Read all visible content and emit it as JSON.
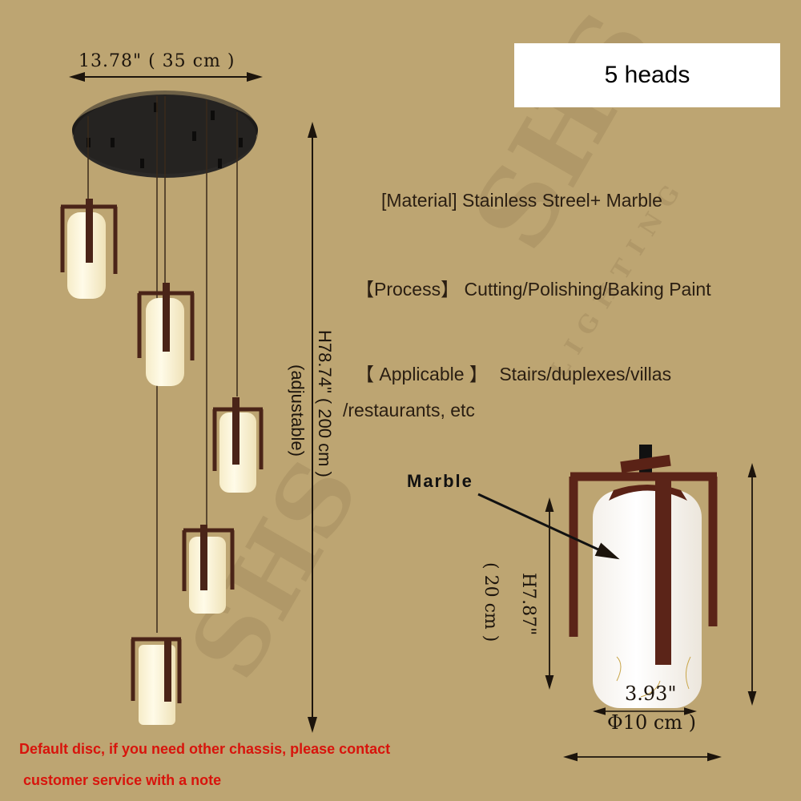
{
  "badge": {
    "label": "5 heads"
  },
  "dimensions": {
    "canopy_width": "13.78\" ( 35 cm )",
    "total_height": "H78.74\" ( 200 cm )",
    "total_height_note": "(adjustable)",
    "shade_height_in": "H7.87\"",
    "shade_height_cm": "( 20 cm )",
    "shade_diameter_in": "3.93\"",
    "shade_diameter_cm": "Φ10 cm )"
  },
  "specs": {
    "material": "[Material] Stainless Streel+ Marble",
    "process_label": "【Process】",
    "process_value": "Cutting/Polishing/Baking Paint",
    "applicable_label": "【 Applicable 】",
    "applicable_value": "Stairs/duplexes/villas",
    "applicable_value_cont": "/restaurants, etc"
  },
  "callout": {
    "label": "Marble"
  },
  "notice": {
    "line1": "Default disc, if you need other chassis, please contact",
    "line2": "customer service with a note"
  },
  "watermark": {
    "text": "SHS",
    "subtext": "LIGHTING"
  },
  "colors": {
    "background": "#bda572",
    "canopy": "#1f1d1b",
    "frame": "#5a2a1e",
    "shade": "#fbf6e6",
    "notice_text": "#d8140c"
  }
}
